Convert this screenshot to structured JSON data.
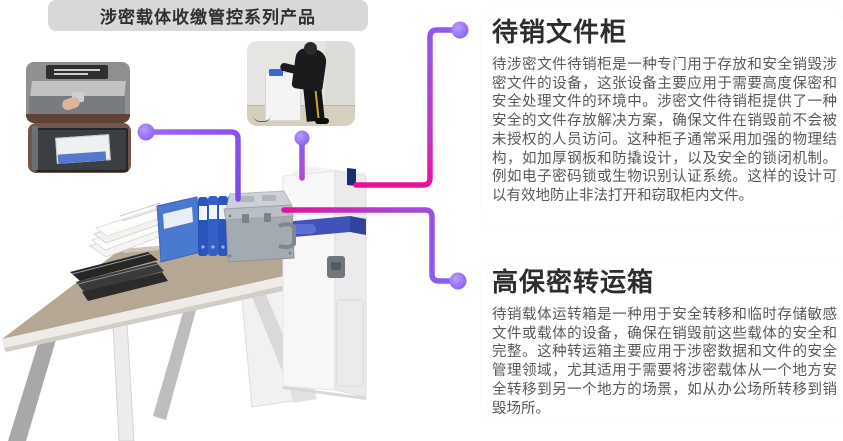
{
  "banner": {
    "title": "涉密载体收缴管控系列产品"
  },
  "sections": [
    {
      "id": "destruction-cabinet",
      "heading": "待销文件柜",
      "body": "待涉密文件待销柜是一种专门用于存放和安全销毁涉密文件的设备，这张设备主要应用于需要高度保密和安全处理文件的环境中。涉密文件待销柜提供了一种安全的文件存放解决方案，确保文件在销毁前不会被未授权的人员访问。这种柜子通常采用加强的物理结构，如加厚钢板和防撬设计，以及安全的锁闭机制。例如电子密码锁或生物识别认证系统。这样的设计可以有效地防止非法打开和窃取柜内文件。"
    },
    {
      "id": "transfer-box",
      "heading": "高保密转运箱",
      "body": "待销载体运转箱是一种用于安全转移和临时存储敏感文件或载体的设备，确保在销毁前这些载体的安全和完整。这种转运箱主要应用于涉密数据和文件的安全管理领域，尤其适用于需要将涉密载体从一个地方安全转移到另一个地方的场景，如从办公场所转移到销毁场所。"
    }
  ],
  "photos": [
    {
      "name": "transfer-box-closed-photo"
    },
    {
      "name": "transfer-box-open-photo"
    },
    {
      "name": "cabinet-operation-photo"
    }
  ],
  "colors": {
    "connector_purple": "#8a5cf0",
    "connector_magenta": "#e8109b",
    "banner_bg": "#d8d8d8",
    "binder_blue": "#2e5fc9",
    "cabinet_band_blue": "#4053b8"
  }
}
